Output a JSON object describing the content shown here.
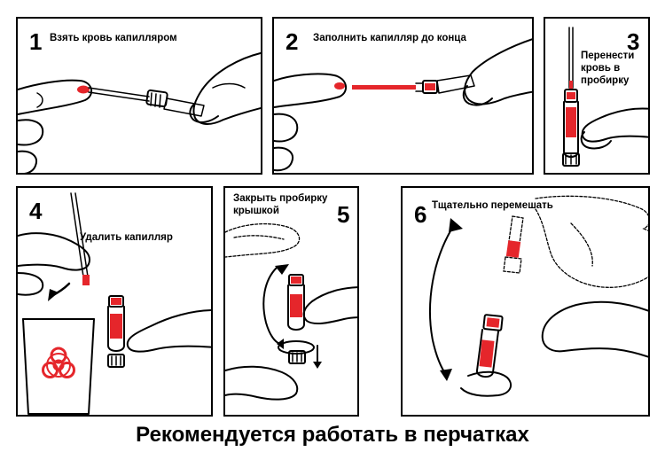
{
  "steps": [
    {
      "number": "1",
      "caption": "Взять кровь капилляром"
    },
    {
      "number": "2",
      "caption": "Заполнить капилляр до конца"
    },
    {
      "number": "3",
      "caption_lines": [
        "Перенести",
        "кровь в",
        "пробирку"
      ]
    },
    {
      "number": "4",
      "caption": "Удалить капилляр"
    },
    {
      "number": "5",
      "caption_lines": [
        "Закрыть пробирку",
        "крышкой"
      ]
    },
    {
      "number": "6",
      "caption": "Тщательно перемешать"
    }
  ],
  "footer": "Рекомендуется работать в перчатках",
  "colors": {
    "blood": "#e5262b",
    "ink": "#000000",
    "background": "#ffffff"
  },
  "icons": [
    "biohazard-icon"
  ]
}
